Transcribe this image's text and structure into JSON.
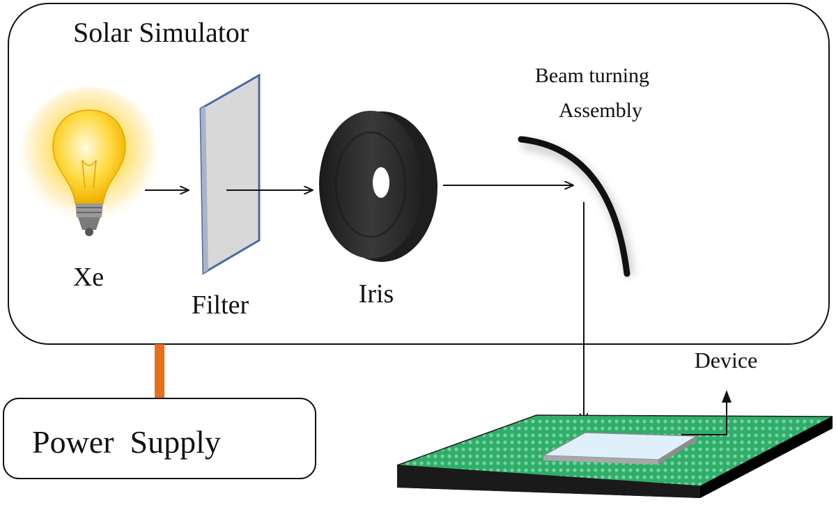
{
  "simulator": {
    "title": "Solar Simulator"
  },
  "components": {
    "lamp": "Xe",
    "filter": "Filter",
    "iris": "Iris",
    "beam_line1": "Beam turning",
    "beam_line2": "Assembly"
  },
  "power_supply": {
    "label": "Power  Supply"
  },
  "device": {
    "label": "Device"
  },
  "colors": {
    "cable": "#e8701a",
    "substrate": "#2fae6a",
    "lamp_glow": "#ffd84a",
    "iris": "#2b2b2b"
  },
  "icons": [
    "light-bulb-icon",
    "filter-plate-icon",
    "iris-disc-icon",
    "curved-mirror-icon"
  ]
}
